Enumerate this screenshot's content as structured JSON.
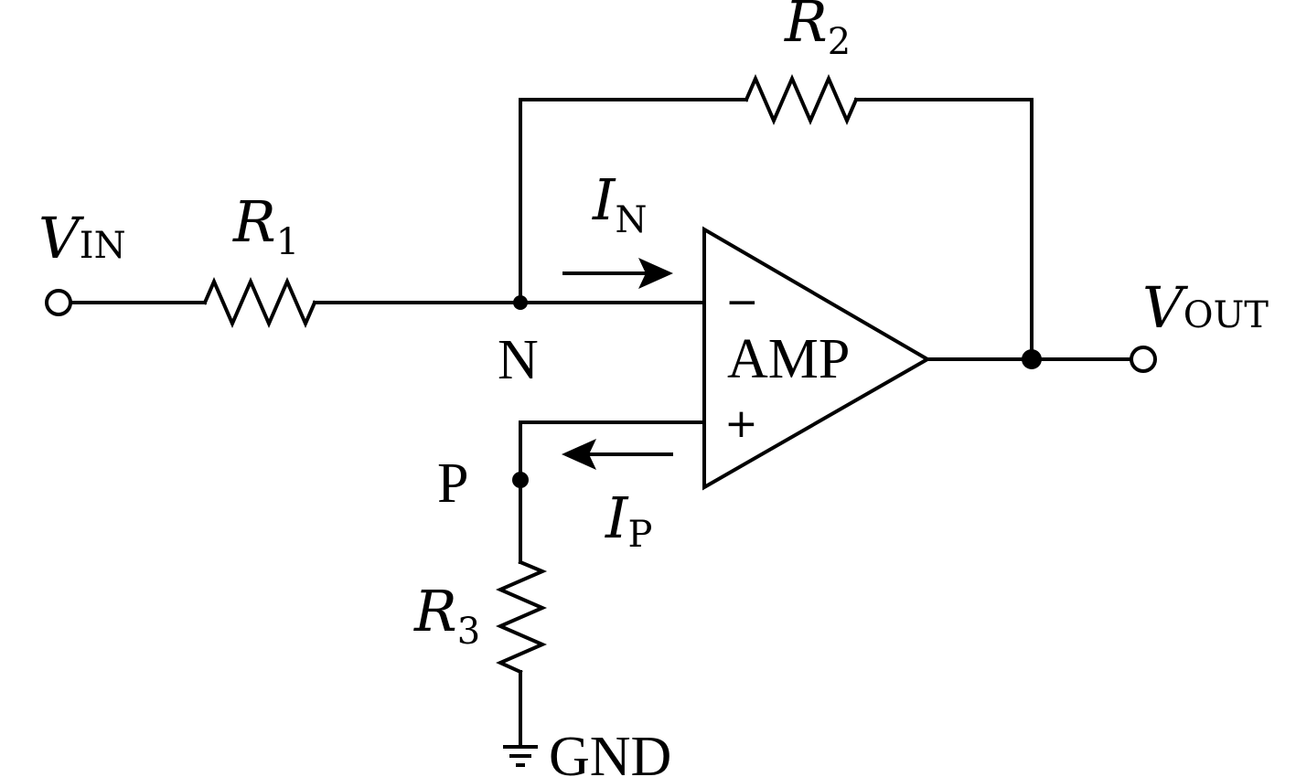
{
  "vin": {
    "main": "V",
    "sub": "IN"
  },
  "vout": {
    "main": "V",
    "sub": "OUT"
  },
  "r1": {
    "main": "R",
    "sub": "1"
  },
  "r2": {
    "main": "R",
    "sub": "2"
  },
  "r3": {
    "main": "R",
    "sub": "3"
  },
  "i_n": {
    "main": "I",
    "sub": "N"
  },
  "i_p": {
    "main": "I",
    "sub": "P"
  },
  "node_n": "N",
  "node_p": "P",
  "amp": {
    "label": "AMP",
    "inverting": "−",
    "noninverting": "+"
  },
  "ground": "GND"
}
